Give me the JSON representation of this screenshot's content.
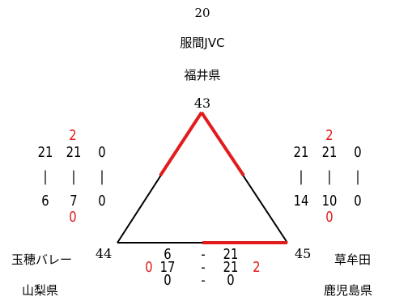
{
  "colors": {
    "win": "#e21b1b",
    "line": "#000000"
  },
  "top_team": {
    "number": "20",
    "name": "服間JVC",
    "prefecture": "福井県",
    "vertex_label": "43"
  },
  "left_team": {
    "vertex_label": "44",
    "name": "玉穂バレー",
    "prefecture": "山梨県"
  },
  "right_team": {
    "vertex_label": "45",
    "name": "草牟田",
    "prefecture": "鹿児島県"
  },
  "match_top_left": {
    "sets_won_top": "2",
    "sets_won_left": "0",
    "rows": [
      {
        "top": "21",
        "left": "6",
        "sep": "|"
      },
      {
        "top": "21",
        "left": "7",
        "sep": "|"
      },
      {
        "top": "0",
        "left": "0",
        "sep": "|"
      }
    ]
  },
  "match_top_right": {
    "sets_won_top": "2",
    "sets_won_right": "0",
    "rows": [
      {
        "top": "21",
        "right": "14",
        "sep": "|"
      },
      {
        "top": "21",
        "right": "10",
        "sep": "|"
      },
      {
        "top": "0",
        "right": "0",
        "sep": "|"
      }
    ]
  },
  "match_left_right": {
    "sets_won_left": "0",
    "sets_won_right": "2",
    "rows": [
      {
        "left": "6",
        "sep": "-",
        "right": "21"
      },
      {
        "left": "17",
        "sep": "-",
        "right": "21"
      },
      {
        "left": "0",
        "sep": "-",
        "right": "0"
      }
    ]
  }
}
